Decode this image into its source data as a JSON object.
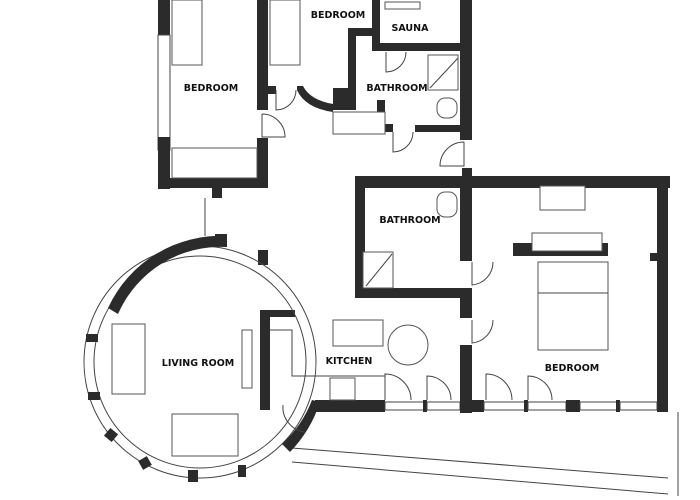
{
  "plan": {
    "rooms": [
      {
        "id": "bedroom-left",
        "label": "BEDROOM"
      },
      {
        "id": "bedroom-top",
        "label": "BEDROOM"
      },
      {
        "id": "sauna",
        "label": "SAUNA"
      },
      {
        "id": "bathroom-top",
        "label": "BATHROOM"
      },
      {
        "id": "bathroom-middle",
        "label": "BATHROOM"
      },
      {
        "id": "living-room",
        "label": "LIVING ROOM"
      },
      {
        "id": "kitchen",
        "label": "KITCHEN"
      },
      {
        "id": "bedroom-right",
        "label": "BEDROOM"
      }
    ],
    "colors": {
      "wall": "#2b2b2b",
      "background": "#ffffff",
      "lines": "#444444"
    }
  }
}
